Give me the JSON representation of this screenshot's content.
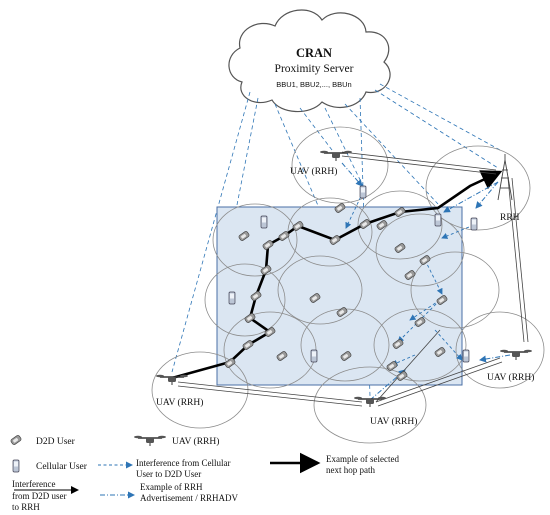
{
  "cloud": {
    "title": "CRAN",
    "subtitle": "Proximity Server",
    "bbu_list": "BBU1, BBU2,..., BBUn"
  },
  "node_labels": {
    "uav_top": "UAV (RRH)",
    "rrh_tower": "RRH",
    "uav_right": "UAV (RRH)",
    "uav_bottom": "UAV (RRH)",
    "uav_left": "UAV (RRH)"
  },
  "legend": {
    "d2d_user": "D2D User",
    "uav_rrh": "UAV (RRH)",
    "cellular_user": "Cellular User",
    "interference_cellular_line1": "Interference from Cellular",
    "interference_cellular_line2": "User to D2D User",
    "selected_path_line1": "Example of selected",
    "selected_path_line2": "next hop path",
    "interference_d2d_line1": "Interference",
    "interference_d2d_line2": "from D2D user",
    "interference_d2d_line3": "to RRH",
    "rrh_adv_line1": "Example of RRH",
    "rrh_adv_line2": "Advertisement / RRHADV"
  },
  "colors": {
    "area_fill": "#dbe6f2",
    "area_stroke": "#4a6fa5",
    "dash_blue": "#2e75b6",
    "cell_circle": "#8c8c8c",
    "path": "#000000"
  }
}
